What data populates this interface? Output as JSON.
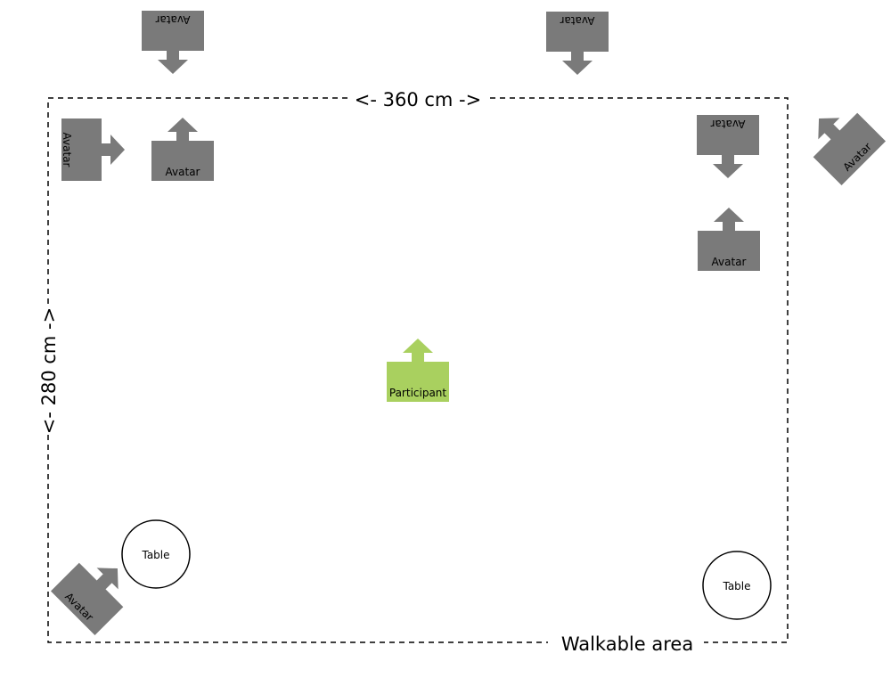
{
  "colors": {
    "avatar": "#7a7a7a",
    "participant": "#a9d05f",
    "border": "#000000",
    "text": "#000000"
  },
  "labels": {
    "width": "<- 360 cm ->",
    "height": "<- 280 cm ->",
    "area": "Walkable area"
  },
  "avatars": [
    {
      "label": "Avatar",
      "facing": "down"
    },
    {
      "label": "Avatar",
      "facing": "down"
    },
    {
      "label": "Avatar",
      "facing": "right"
    },
    {
      "label": "Avatar",
      "facing": "up"
    },
    {
      "label": "Avatar",
      "facing": "down"
    },
    {
      "label": "Avatar",
      "facing": "up"
    },
    {
      "label": "Avatar",
      "facing": "up-left"
    },
    {
      "label": "Avatar",
      "facing": "up-right"
    }
  ],
  "participant": {
    "label": "Participant",
    "facing": "up"
  },
  "tables": [
    {
      "label": "Table"
    },
    {
      "label": "Table"
    }
  ]
}
